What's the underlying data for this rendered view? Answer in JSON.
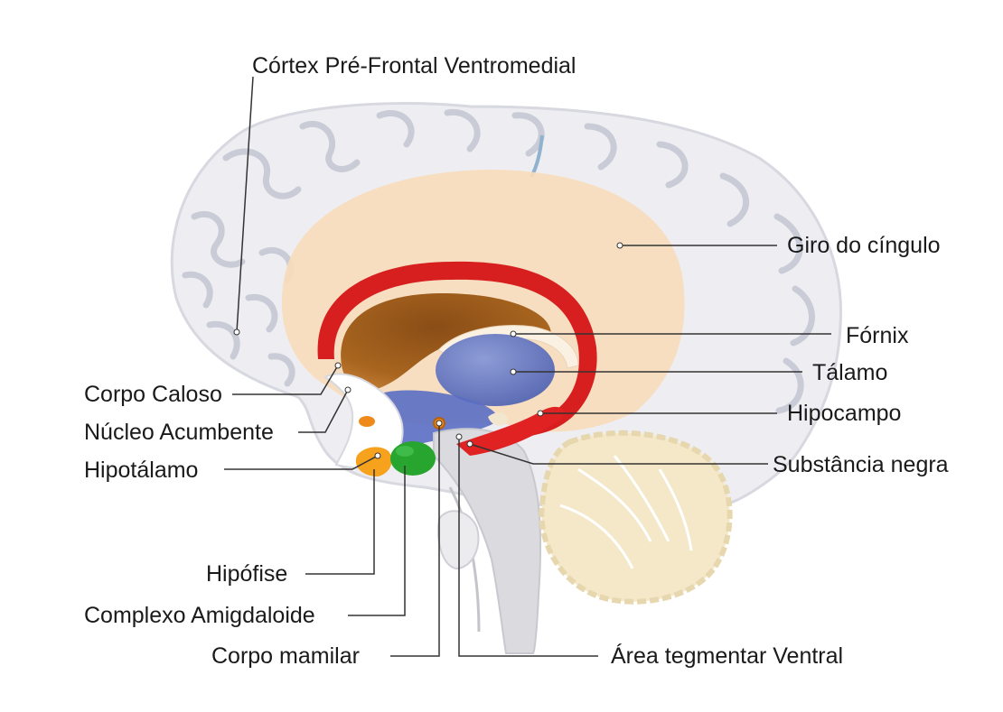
{
  "labels": {
    "cortex_pre_frontal": "Córtex Pré-Frontal Ventromedial",
    "giro_cingulo": "Giro do cíngulo",
    "fornix": "Fórnix",
    "talamo": "Tálamo",
    "hipocampo": "Hipocampo",
    "substancia_negra": "Substância negra",
    "corpo_caloso": "Corpo Caloso",
    "nucleo_acumbente": "Núcleo Acumbente",
    "hipotalamo": "Hipotálamo",
    "hipofise": "Hipófise",
    "complexo_amigdaloide": "Complexo Amigdaloide",
    "corpo_mamilar": "Corpo mamilar",
    "area_tegmentar": "Área tegmentar Ventral"
  },
  "colors": {
    "cortex": "#eeeef2",
    "cortex_fold": "#c9cbd6",
    "cingulate": "#f7dcbc",
    "corpus_callosum": "#d81f1f",
    "ventricle": "#a0601d",
    "thalamus": "#6d7fc4",
    "hypothalamus_region": "#5a6ec4",
    "amygdala": "#27a52f",
    "hypophysis": "#f6a21c",
    "nucleus_accumbens": "#ef8a1a",
    "cerebellum": "#f4e8c9",
    "brainstem": "#d8d8dc",
    "leader_line": "#333333"
  }
}
